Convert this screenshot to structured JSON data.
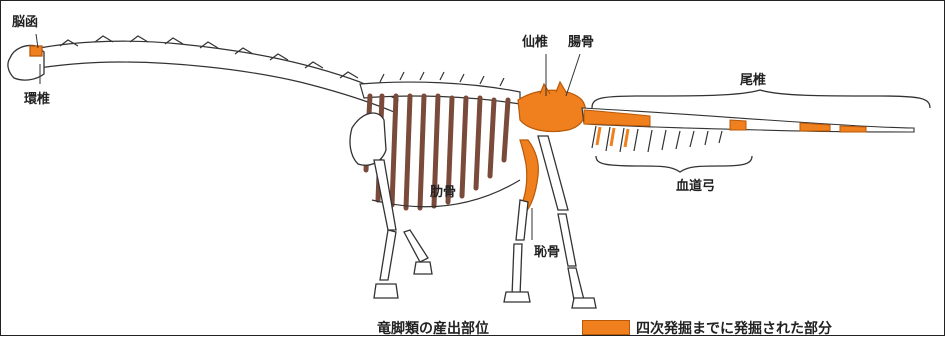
{
  "colors": {
    "excavated": "#f07f1e",
    "rib": "#7a4a3a",
    "outline": "#333333"
  },
  "labels": {
    "braincase": "脳函",
    "atlas": "環椎",
    "sacral": "仙椎",
    "ilium": "腸骨",
    "caudal": "尾椎",
    "ribs": "肋骨",
    "chevron": "血道弓",
    "pubis": "恥骨"
  },
  "caption": "竜脚類の産出部位",
  "legend": {
    "label": "四次発掘までに発掘された部分"
  }
}
